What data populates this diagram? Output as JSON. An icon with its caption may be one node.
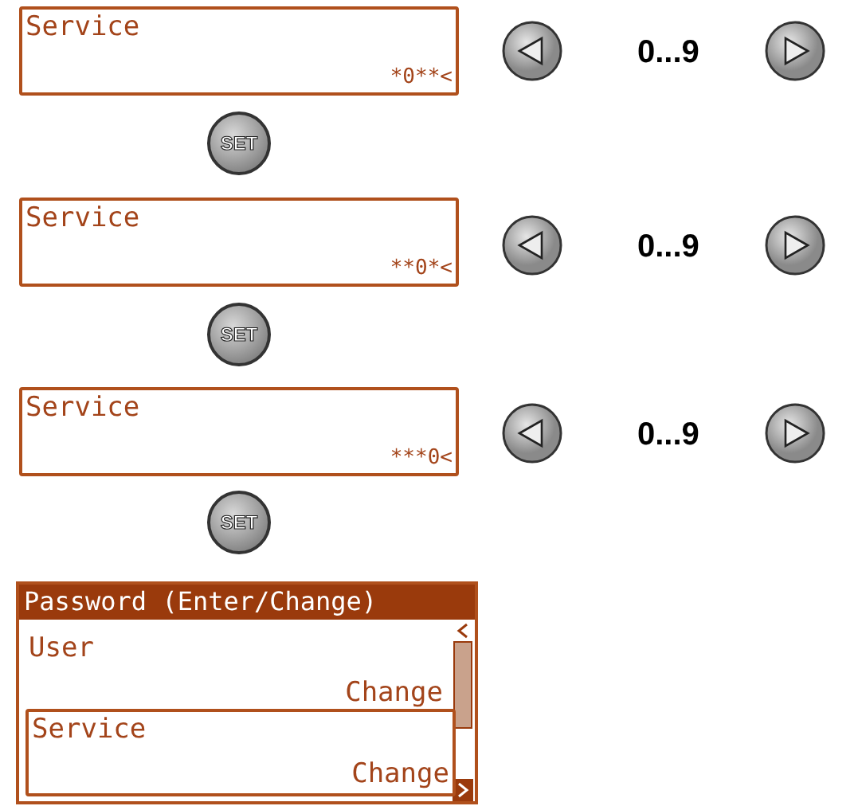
{
  "diagram": {
    "nodes": [
      {
        "text": [
          "Service",
          "*0**<"
        ]
      },
      {
        "text": [],
        "shape": "circle"
      },
      {
        "text": [],
        "shape": "circle"
      },
      {
        "text": [
          "SET"
        ]
      },
      {
        "text": [
          "Service",
          "**0*<"
        ]
      },
      {
        "text": [],
        "shape": "circle"
      },
      {
        "text": [],
        "shape": "circle"
      },
      {
        "text": [
          "SET"
        ]
      },
      {
        "text": [
          "Service",
          "***0<"
        ]
      },
      {
        "text": [],
        "shape": "circle"
      },
      {
        "text": [],
        "shape": "circle"
      },
      {
        "text": [
          "SET"
        ]
      },
      {
        "text": [
          "Password (Enter/Change)",
          "User",
          "Change"
        ]
      },
      {
        "text": [
          "Service",
          "Change"
        ],
        "in": 12
      }
    ],
    "labels": [
      "0...9",
      "0...9",
      "0...9"
    ]
  }
}
